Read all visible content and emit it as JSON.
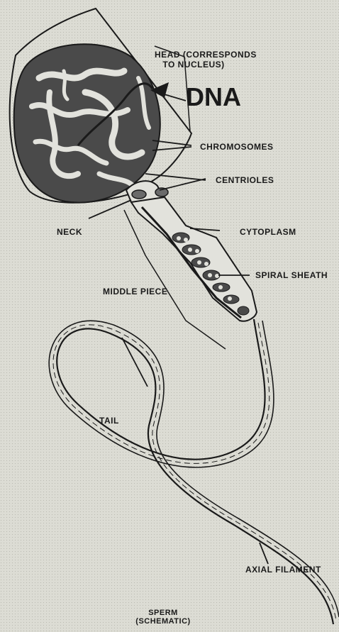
{
  "labels": {
    "head_line1": "HEAD (CORRESPONDS",
    "head_line2": "TO NUCLEUS)",
    "dna": "DNA",
    "chromosomes": "CHROMOSOMES",
    "centrioles": "CENTRIOLES",
    "cytoplasm": "CYTOPLASM",
    "neck": "NECK",
    "spiral_sheath": "SPIRAL SHEATH",
    "middle_piece": "MIDDLE PIECE",
    "tail": "TAIL",
    "axial_filament": "AXIAL FILAMENT",
    "caption_line1": "SPERM",
    "caption_line2": "(SCHEMATIC)"
  },
  "colors": {
    "background": "#dcdcd4",
    "ink": "#1a1a1a",
    "nucleus_fill": "#4a4a4a",
    "chromatin": "#e2e2dc"
  }
}
